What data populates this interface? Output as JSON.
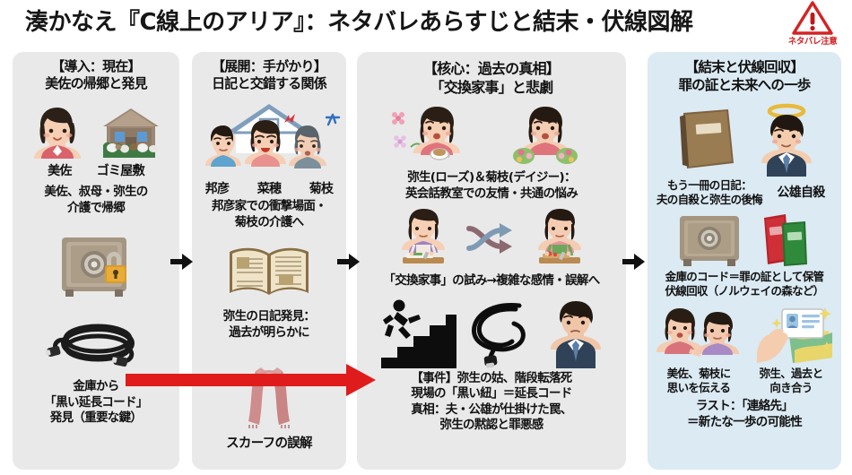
{
  "header": {
    "title": "湊かなえ『C線上のアリア』：ネタバレあらすじと結末・伏線図解",
    "spoiler_badge": {
      "icon": "warning-triangle-icon",
      "label": "ネタバレ注意",
      "color": "#d42323"
    }
  },
  "colors": {
    "panel_gray": "#e9e9e9",
    "panel_blue": "#dbeaf3",
    "red_arrow": "#e01b1b",
    "text": "#111111"
  },
  "panels": [
    {
      "id": "panel-1",
      "heading_line1": "【導入：現在】",
      "heading_line2": "美佐の帰郷と発見",
      "background": "#e9e9e9",
      "figures": [
        {
          "icon": "woman-misa-icon",
          "label": "美佐"
        },
        {
          "icon": "trash-house-icon",
          "label": "ゴミ屋敷"
        }
      ],
      "caption_1_line1": "美佐、叔母・弥生の",
      "caption_1_line2": "介護で帰郷",
      "icon_safe": "safe-with-padlock-icon",
      "icon_cord": "black-extension-cord-icon",
      "caption_2_line1": "金庫から",
      "caption_2_line2": "「黒い延長コード」",
      "caption_2_line3": "発見（重要な鍵）"
    },
    {
      "id": "panel-2",
      "heading_line1": "【展開：手がかり】",
      "heading_line2": "日記と交錯する関係",
      "background": "#e9e9e9",
      "icon_house": "house-outline-icon",
      "figures": [
        {
          "icon": "boy-kunihiko-icon",
          "label": "邦彦"
        },
        {
          "icon": "woman-naho-angry-icon",
          "label": "菜穂"
        },
        {
          "icon": "elderly-kikue-icon",
          "label": "菊枝"
        }
      ],
      "caption_1_line1": "邦彦家での衝撃場面・",
      "caption_1_line2": "菊枝の介護へ",
      "icon_diary": "open-diary-icon",
      "caption_2_line1": "弥生の日記発見：",
      "caption_2_line2": "過去が明らかに",
      "icon_scarf": "pink-scarf-icon",
      "caption_3": "スカーフの誤解"
    },
    {
      "id": "panel-3",
      "heading_line1": "【核心：過去の真相】",
      "heading_line2": "「交換家事」と悲劇",
      "background": "#e9e9e9",
      "icon_tea_left": "woman-yayoi-tea-icon",
      "icon_tea_right": "woman-kikue-flowers-icon",
      "caption_1_line1": "弥生(ローズ)＆菊枝(デイジー)：",
      "caption_1_line2": "英会話教室での友情・共通の悩み",
      "icon_cook_left": "woman-cooking-purple-icon",
      "icon_swap": "swap-arrows-icon",
      "icon_cook_right": "woman-cooking-green-icon",
      "caption_2": "「交換家事」の試み→複雑な感情・誤解へ",
      "icon_fall": "person-falling-stairs-icon",
      "icon_cord": "coiled-black-cord-icon",
      "icon_man": "man-kimio-suit-icon",
      "caption_3_line1": "【事件】弥生の姑、階段転落死",
      "caption_3_line2": "現場の「黒い紐」＝延長コード",
      "caption_3_line3": "真相：夫・公雄が仕掛けた罠、",
      "caption_3_line4": "弥生の黙認と罪悪感"
    },
    {
      "id": "panel-4",
      "heading_line1": "【結末と伏線回収】",
      "heading_line2": "罪の証と未来への一歩",
      "background": "#dbeaf3",
      "icon_book": "brown-diary-book-icon",
      "icon_halo_man": "man-with-halo-icon",
      "caption_1_line1": "もう一冊の日記：",
      "caption_1_line2": "夫の自殺と弥生の後悔",
      "caption_1_right": "公雄自殺",
      "icon_safe": "safe-icon",
      "icon_books": "red-green-books-icon",
      "caption_2_line1": "金庫のコード＝罪の証として保管",
      "caption_2_line2": "伏線回収（ノルウェイの森など）",
      "icon_two_women": "two-women-talking-icon",
      "icon_hand_card": "hand-holding-card-icon",
      "caption_3_left_line1": "美佐、菊枝に",
      "caption_3_left_line2": "思いを伝える",
      "caption_3_right_line1": "弥生、過去と",
      "caption_3_right_line2": "向き合う",
      "caption_4_line1": "ラスト：「連絡先」",
      "caption_4_line2": "＝新たな一歩の可能性"
    }
  ],
  "connectors": [
    {
      "name": "arrow-panel1-to-panel2",
      "icon": "black-right-arrow-icon",
      "color": "#111111"
    },
    {
      "name": "arrow-panel2-to-panel3",
      "icon": "black-right-arrow-icon",
      "color": "#111111"
    },
    {
      "name": "arrow-panel3-to-panel4",
      "icon": "black-right-arrow-icon",
      "color": "#111111"
    },
    {
      "name": "red-arrow-cord-to-incident",
      "icon": "red-right-arrow-icon",
      "color": "#e01b1b"
    }
  ]
}
